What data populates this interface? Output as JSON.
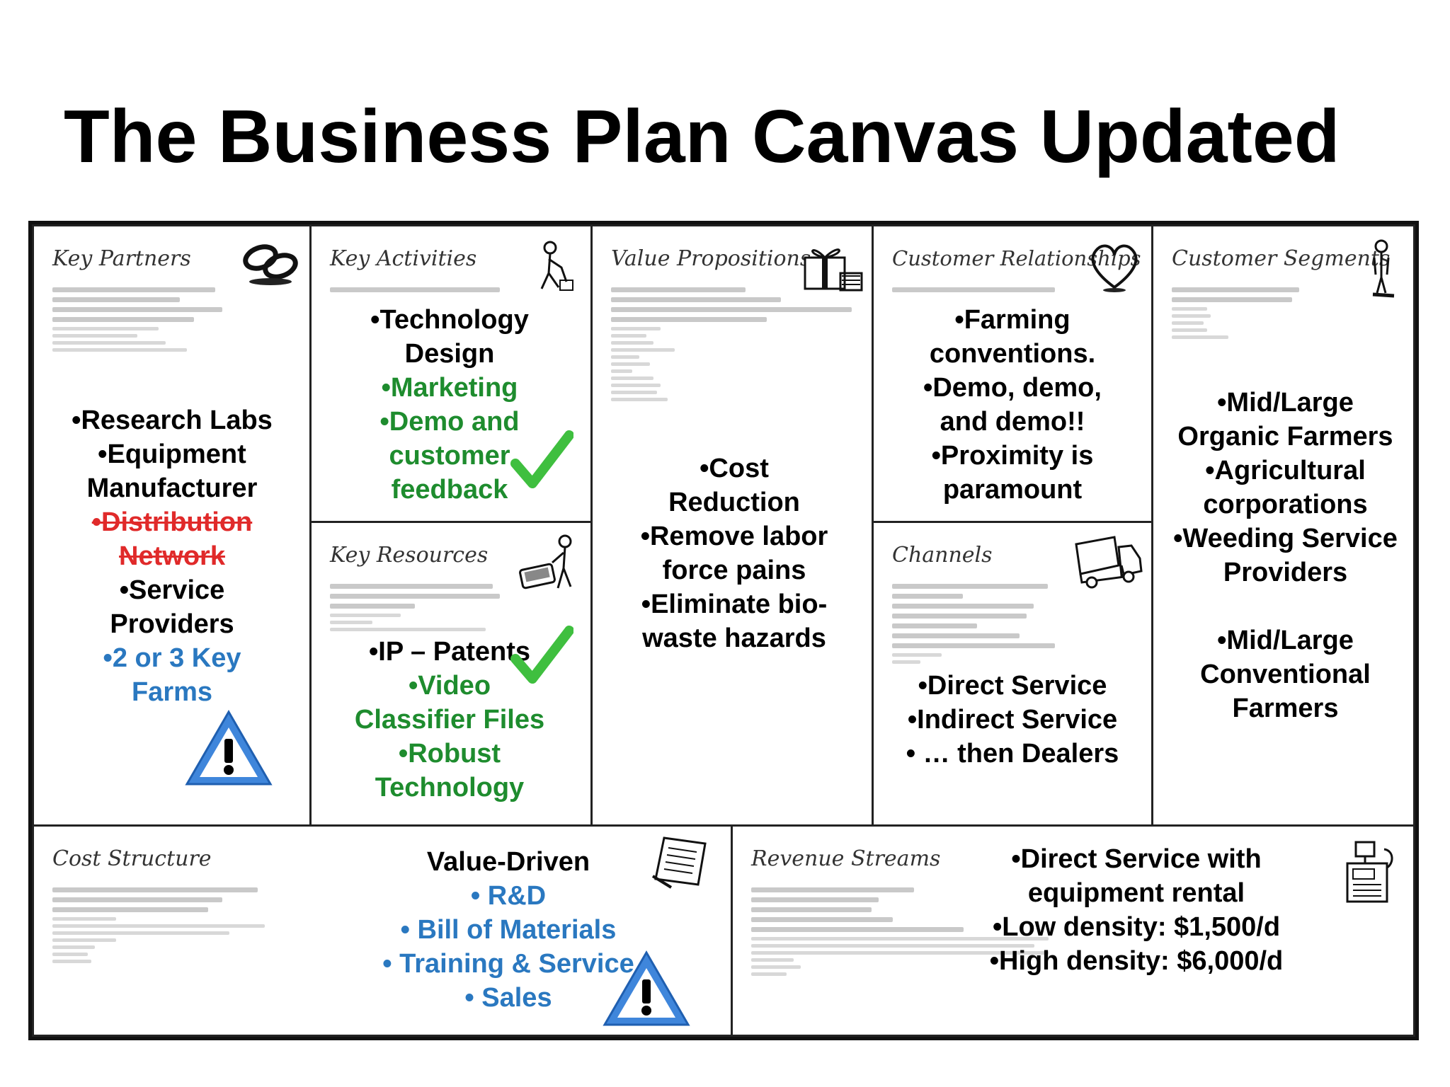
{
  "title": "The Business Plan Canvas Updated",
  "colors": {
    "black": "#000000",
    "green": "#1e8c2e",
    "blue": "#2a78c0",
    "red": "#e02a2a",
    "warning": "#4a90e2"
  },
  "key_partners": {
    "header": "Key Partners",
    "icon": "chain-link-icon",
    "items": [
      "•Research Labs",
      "•Equipment",
      "Manufacturer",
      "•Distribution",
      "Network",
      "•Service",
      "Providers",
      "•2 or 3 Key",
      "Farms"
    ],
    "status_icon": "warning-icon"
  },
  "key_activities": {
    "header": "Key Activities",
    "icon": "worker-icon",
    "items": [
      "•Technology",
      "Design",
      "•Marketing",
      "•Demo and",
      "customer",
      "feedback"
    ],
    "status_icon": "check-icon"
  },
  "key_resources": {
    "header": "Key Resources",
    "icon": "worker-machine-icon",
    "items": [
      "•IP – Patents",
      "•Video",
      "Classifier Files",
      "•Robust",
      "Technology"
    ],
    "status_icon": "check-icon"
  },
  "value_propositions": {
    "header": "Value Propositions",
    "icon": "gift-icon",
    "items": [
      "•Cost",
      "Reduction",
      "•Remove labor",
      "force pains",
      "•Eliminate bio-",
      "waste hazards"
    ]
  },
  "customer_relationships": {
    "header": "Customer Relationships",
    "icon": "heart-icon",
    "items": [
      "•Farming",
      "conventions.",
      "•Demo, demo,",
      "and demo!!",
      "•Proximity is",
      "paramount"
    ]
  },
  "channels": {
    "header": "Channels",
    "icon": "truck-icon",
    "items": [
      "•Direct Service",
      "•Indirect Service",
      "• … then Dealers"
    ]
  },
  "customer_segments": {
    "header": "Customer Segments",
    "icon": "person-icon",
    "items": [
      "•Mid/Large",
      "Organic Farmers",
      "•Agricultural",
      "corporations",
      "•Weeding Service",
      "Providers"
    ],
    "items2": [
      "•Mid/Large",
      "Conventional",
      "Farmers"
    ]
  },
  "cost_structure": {
    "header": "Cost Structure",
    "icon": "receipt-icon",
    "items": [
      "Value-Driven",
      "• R&D",
      "• Bill of Materials",
      "• Training & Service",
      "• Sales"
    ],
    "status_icon": "warning-icon"
  },
  "revenue_streams": {
    "header": "Revenue Streams",
    "icon": "cash-register-icon",
    "items": [
      "•Direct Service with",
      "equipment rental",
      "•Low density:  $1,500/d",
      "•High density:  $6,000/d"
    ]
  }
}
